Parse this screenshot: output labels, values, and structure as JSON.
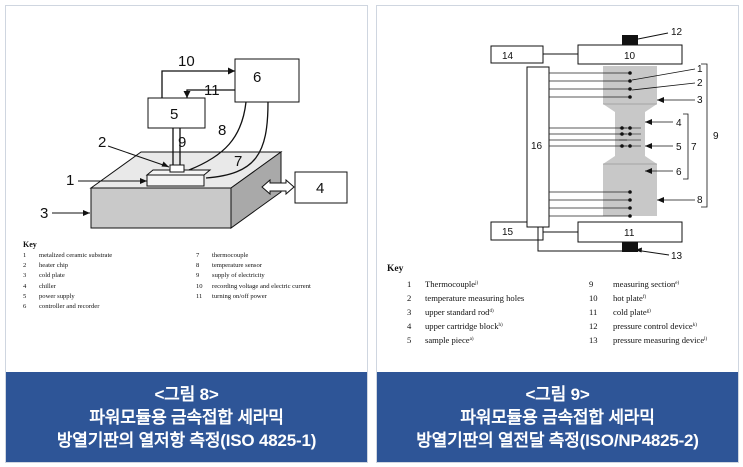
{
  "colors": {
    "caption_bg": "#2e5597",
    "line": "#111111",
    "specimen_gray": "#c8c8c8",
    "substrate_top": "#e9e9e9",
    "substrate_front": "#c9c9c9",
    "substrate_side": "#a9a9a9"
  },
  "left_figure": {
    "labels": {
      "n1": "1",
      "n2": "2",
      "n3": "3",
      "n4": "4",
      "n5": "5",
      "n6": "6",
      "n7": "7",
      "n8": "8",
      "n9": "9",
      "n10": "10",
      "n11": "11"
    },
    "key_title": "Key",
    "key": [
      {
        "num": "1",
        "text": "metalized ceramic substrate"
      },
      {
        "num": "2",
        "text": "heater chip"
      },
      {
        "num": "3",
        "text": "cold plate"
      },
      {
        "num": "4",
        "text": "chiller"
      },
      {
        "num": "5",
        "text": "power supply"
      },
      {
        "num": "6",
        "text": "controller and recorder"
      },
      {
        "num": "7",
        "text": "thermocouple"
      },
      {
        "num": "8",
        "text": "temperature sensor"
      },
      {
        "num": "9",
        "text": "supply of electricity"
      },
      {
        "num": "10",
        "text": "recording voltage and electric current"
      },
      {
        "num": "11",
        "text": "turning on/off power"
      }
    ],
    "caption": {
      "line1": "<그림 8>",
      "line2": "파워모듈용 금속접합 세라믹",
      "line3": "방열기판의 열저항 측정(ISO 4825-1)"
    }
  },
  "right_figure": {
    "labels": {
      "n1": "1",
      "n2": "2",
      "n3": "3",
      "n4": "4",
      "n5": "5",
      "n6": "6",
      "n7": "7",
      "n8": "8",
      "n9": "9",
      "n10": "10",
      "n11": "11",
      "n12": "12",
      "n13": "13",
      "n14": "14",
      "n15": "15",
      "n16": "16"
    },
    "key_title": "Key",
    "key": [
      {
        "num": "1",
        "text": "Thermocouple",
        "sup": "j)"
      },
      {
        "num": "2",
        "text": "temperature measuring holes",
        "sup": ""
      },
      {
        "num": "3",
        "text": "upper standard rod",
        "sup": "d)"
      },
      {
        "num": "4",
        "text": "upper cartridge block",
        "sup": "h)"
      },
      {
        "num": "5",
        "text": "sample piece",
        "sup": "a)"
      },
      {
        "num": "9",
        "text": "measuring section",
        "sup": "e)"
      },
      {
        "num": "10",
        "text": "hot plate",
        "sup": "f)"
      },
      {
        "num": "11",
        "text": "cold plate",
        "sup": "g)"
      },
      {
        "num": "12",
        "text": "pressure control device",
        "sup": "k)"
      },
      {
        "num": "13",
        "text": "pressure measuring device",
        "sup": "l)"
      }
    ],
    "caption": {
      "line1": "<그림 9>",
      "line2": "파워모듈용 금속접합 세라믹",
      "line3": "방열기판의 열전달 측정(ISO/NP4825-2)"
    }
  }
}
